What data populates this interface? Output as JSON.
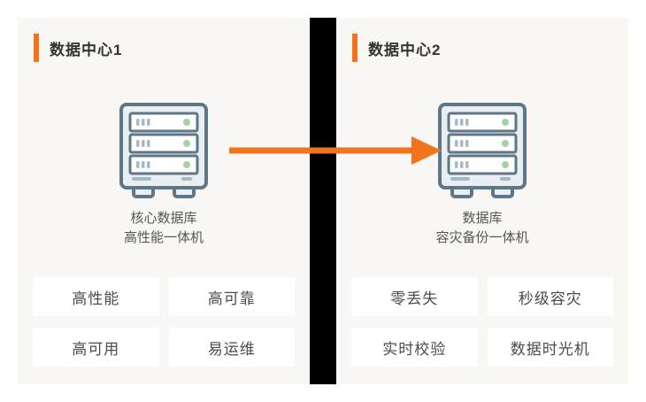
{
  "diagram": {
    "type": "data-center-replication",
    "arrow": {
      "direction": "left-to-right",
      "color": "#f3731d"
    }
  },
  "colors": {
    "page_bg": "#ffffff",
    "panel_bg": "#f8f7f4",
    "divider": "#000000",
    "accent_orange": "#f3731d",
    "title_text": "#333333",
    "caption_text": "#555555",
    "tag_bg": "#ffffff",
    "tag_text": "#4c4c4c",
    "server_outline": "#5d7789",
    "server_body": "#e9eef1",
    "server_slot": "#ffffff",
    "server_bar": "#a4b8c6",
    "server_led_green": "#a6d2a1"
  },
  "panels": [
    {
      "title": "数据中心1",
      "icon": "server-icon",
      "caption_line1": "核心数据库",
      "caption_line2": "高性能一体机",
      "tags": [
        "高性能",
        "高可靠",
        "高可用",
        "易运维"
      ]
    },
    {
      "title": "数据中心2",
      "icon": "server-icon",
      "caption_line1": "数据库",
      "caption_line2": "容灾备份一体机",
      "tags": [
        "零丢失",
        "秒级容灾",
        "实时校验",
        "数据时光机"
      ]
    }
  ]
}
